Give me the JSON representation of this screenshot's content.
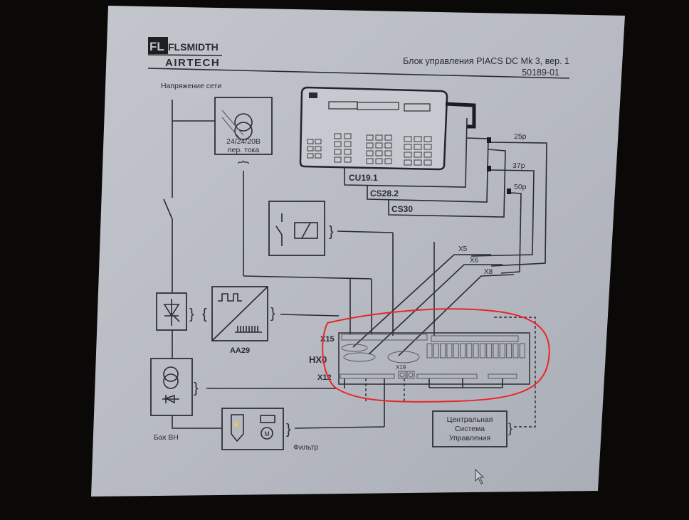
{
  "header": {
    "logo_top": "FLSMIDTH",
    "logo_bottom": "AIRTECH",
    "title": "Блок управления PIACS DC Mk 3, вер. 1",
    "doc_number": "50189-01"
  },
  "labels": {
    "mains_voltage": "Напряжение сети",
    "transformer_line1": "24/24/20В",
    "transformer_line2": "пер. тока",
    "aa29": "AA29",
    "hv_tank": "Бак ВН",
    "filter": "Фильтр",
    "cu": "CU19.1",
    "cs28": "CS28.2",
    "cs30": "CS30",
    "pin25": "25р",
    "pin37": "37р",
    "pin50": "50р",
    "x5": "X5",
    "x6": "X6",
    "x8": "X8",
    "x15": "X15",
    "hx0": "HX0",
    "x12": "X12",
    "x19": "X19",
    "central_line1": "Центральная",
    "central_line2": "Система",
    "central_line3": "Управления"
  },
  "colors": {
    "highlight": "#e8262a",
    "paper": "#b9bcc4",
    "ink": "#2a2b30"
  }
}
